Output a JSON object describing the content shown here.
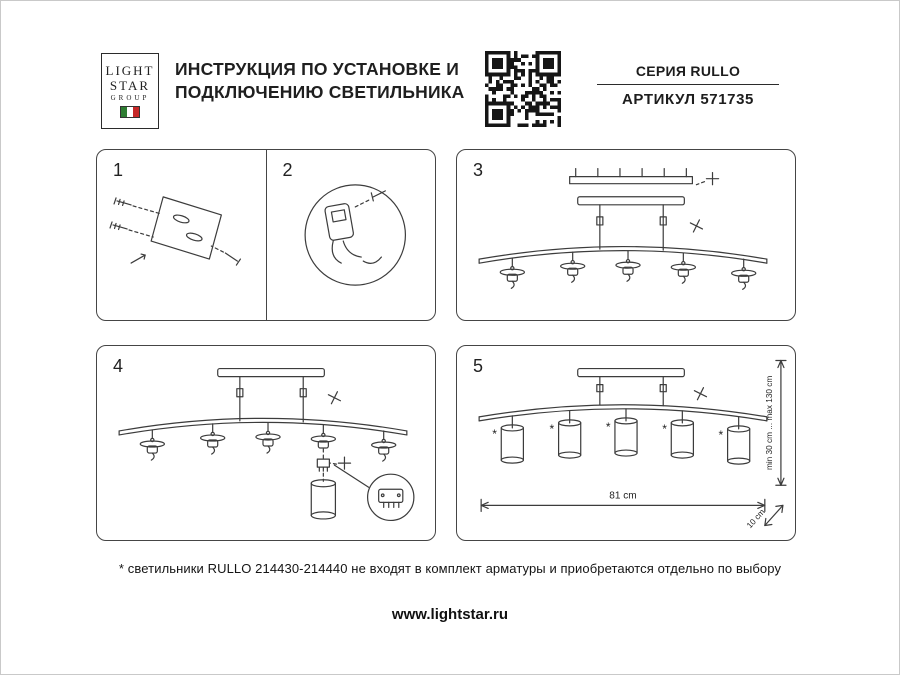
{
  "header": {
    "logo": {
      "line1": "LIGHT",
      "line2": "STAR",
      "line3": "GROUP"
    },
    "title_line1": "ИНСТРУКЦИЯ ПО УСТАНОВКЕ И",
    "title_line2": "ПОДКЛЮЧЕНИЮ СВЕТИЛЬНИКА",
    "series": "СЕРИЯ RULLO",
    "article": "АРТИКУЛ 571735"
  },
  "steps": {
    "s1": "1",
    "s2": "2",
    "s3": "3",
    "s4": "4",
    "s5": "5"
  },
  "marks": {
    "asterisk": "*"
  },
  "dimensions": {
    "width": "81 cm",
    "height_range": "min 30 cm ... max 130 cm",
    "offset": "10 cm"
  },
  "footnote": "* светильники RULLO 214430-214440 не входят в комплект арматуры и приобретаются отдельно по выбору",
  "footer": {
    "url": "www.lightstar.ru"
  },
  "colors": {
    "ink": "#3c3c3c",
    "accent_green": "#2e7d32",
    "accent_red": "#c62828"
  }
}
